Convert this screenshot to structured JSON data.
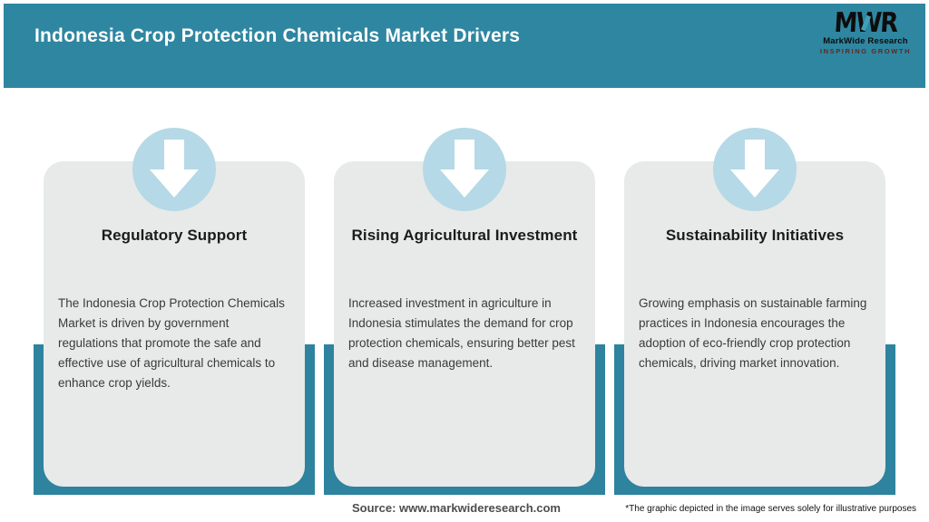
{
  "header": {
    "title": "Indonesia Crop Protection Chemicals Market Drivers",
    "logo": {
      "monogram": "MWR",
      "name": "MarkWide Research",
      "tagline": "INSPIRING GROWTH"
    }
  },
  "cards": [
    {
      "title": "Regulatory Support",
      "body": "The Indonesia Crop Protection Chemicals Market is driven by government regulations that promote the safe and effective use of agricultural chemicals to enhance crop yields."
    },
    {
      "title": "Rising Agricultural Investment",
      "body": "Increased investment in agriculture in Indonesia stimulates the demand for crop protection chemicals, ensuring better pest and disease management."
    },
    {
      "title": "Sustainability Initiatives",
      "body": "Growing emphasis on sustainable farming practices in Indonesia encourages the adoption of eco-friendly crop protection chemicals, driving market innovation."
    }
  ],
  "footer": {
    "source": "Source: www.markwideresearch.com",
    "disclaimer": "*The graphic depicted in the image serves solely for illustrative purposes"
  },
  "colors": {
    "header_teal": "#2F86A0",
    "panel_teal": "#2E839E",
    "card_gray": "#E7EAE9",
    "badge_blue": "#B5D9E6",
    "arrow_white": "#FFFFFF",
    "title_white": "#FFFFFF",
    "body_text": "#3A3A3A",
    "logo_black": "#0D0D0D",
    "logo_accent_teal": "#3FA0BC",
    "tagline_maroon": "#5A2B26"
  }
}
